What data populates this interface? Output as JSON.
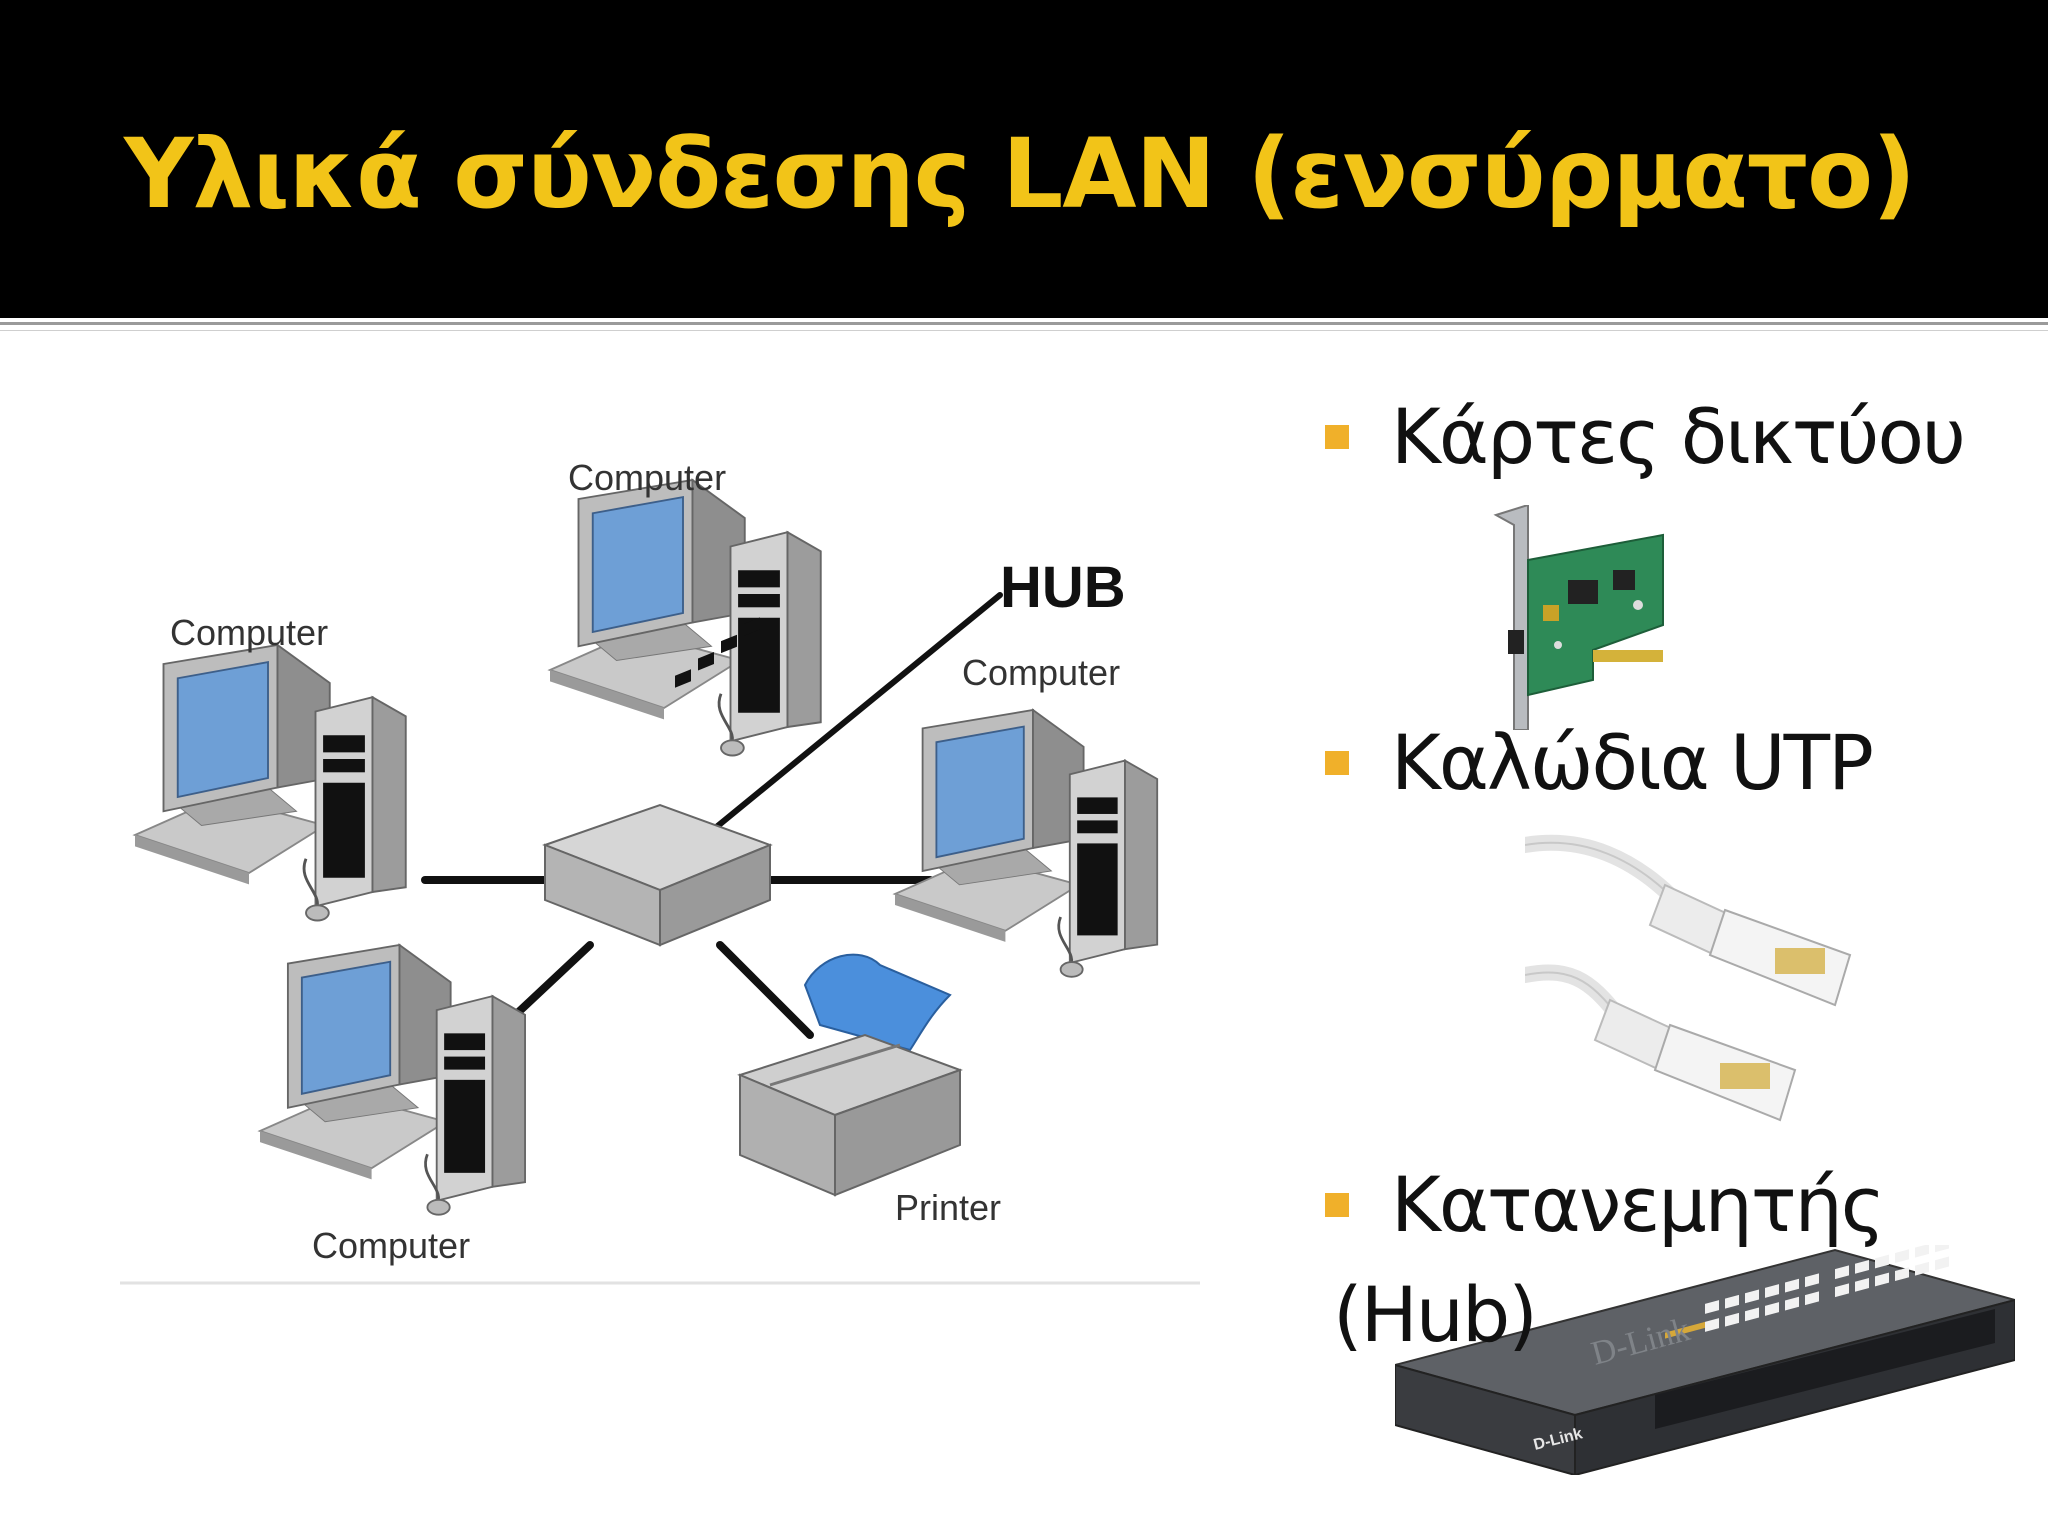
{
  "slide": {
    "title": "Υλικά σύνδεσης LAN (ενσύρματο)",
    "title_color": "#f2c418",
    "band_color": "#000000",
    "bullet_color": "#f0b02a"
  },
  "diagram": {
    "labels": {
      "computer_top": "Computer",
      "computer_left": "Computer",
      "computer_right": "Computer",
      "computer_bottom": "Computer",
      "hub": "HUB",
      "printer": "Printer"
    }
  },
  "bullets": [
    {
      "text": "Κάρτες δικτύου",
      "image": "network-card"
    },
    {
      "text": "Καλώδια UTP",
      "image": "utp-cables"
    },
    {
      "text": "Κατανεμητής",
      "continuation": "(Hub)",
      "image": "dlink-hub"
    }
  ],
  "hub_image": {
    "brand": "D-Link"
  }
}
